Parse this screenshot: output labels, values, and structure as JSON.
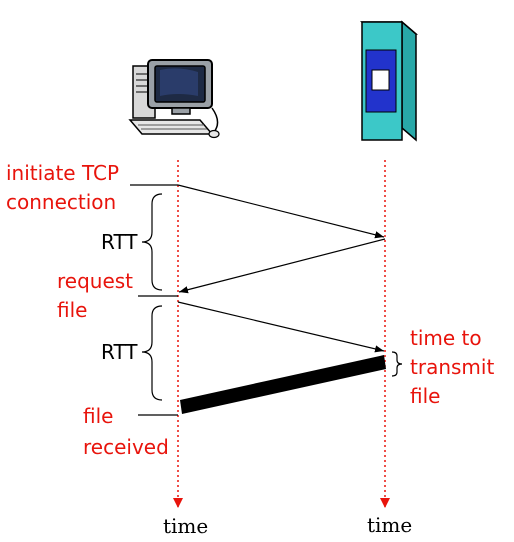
{
  "labels": {
    "initiate_line1": "initiate TCP",
    "initiate_line2": "connection",
    "rtt_first": "RTT",
    "request_line1": "request",
    "request_line2": "file",
    "rtt_second": "RTT",
    "transmit_line1": "time to",
    "transmit_line2": "transmit",
    "transmit_line3": "file",
    "received_line1": "file",
    "received_line2": "received",
    "time_client": "time",
    "time_server": "time"
  },
  "colors": {
    "timeline": "#e8140c",
    "label_red": "#e8140c",
    "arrow": "#000000",
    "server_body": "#3cc8c8",
    "server_panel": "#2233cc"
  },
  "icons": {
    "client": "desktop-computer-icon",
    "server": "server-tower-icon"
  }
}
